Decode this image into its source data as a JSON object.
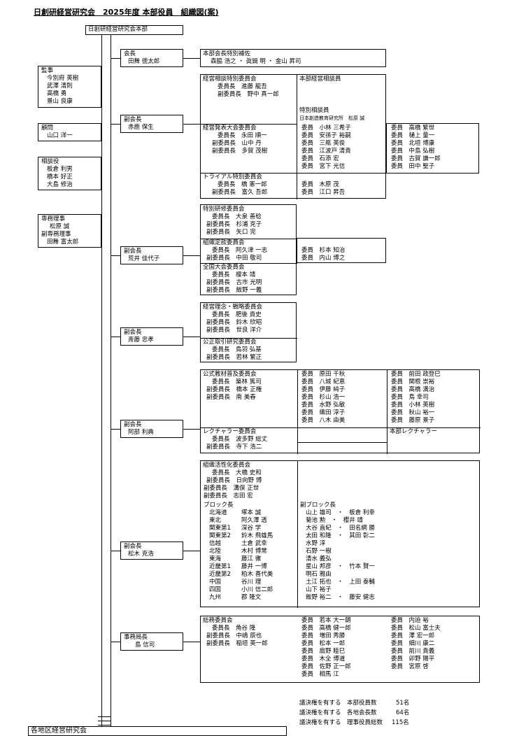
{
  "title": "日創研経営研究会　2025年度 本部役員　組織図(案)",
  "hq": "日創研経営研究会本部",
  "bottom_label": "各地区経営研究会",
  "left": {
    "kanji": {
      "title": "監事",
      "names": [
        "今別府 英樹",
        "武澤 清則",
        "高橋 勇",
        "景山 良康"
      ]
    },
    "komon": {
      "title": "顧問",
      "names": [
        "山口 洋一"
      ]
    },
    "sodan": {
      "title": "相談役",
      "names": [
        "板倉 利男",
        "橋本 好正",
        "大島 修治"
      ]
    },
    "senmu": {
      "title": "専務理事",
      "name1": "松原 誠",
      "title2": "副専務理事",
      "name2": "田舞 富太郎"
    }
  },
  "officers": [
    {
      "title": "会長",
      "name": "田舞 徳太郎"
    },
    {
      "title": "副会長",
      "name": "赤鹿 保生"
    },
    {
      "title": "副会長",
      "name": "荒井 佳代子"
    },
    {
      "title": "副会長",
      "name": "斎藤 忠孝"
    },
    {
      "title": "副会長",
      "name": "阿部 利典"
    },
    {
      "title": "副会長",
      "name": "松木 克浩"
    },
    {
      "title": "事務局長",
      "name": "島 信司"
    }
  ],
  "g1": {
    "title": "本部会長特別補佐",
    "names": "森脇 浩之 ・ 眞鍋 明 ・ 金山 昇司"
  },
  "g2": {
    "soudan": {
      "title": "経営相談特別委員会",
      "lines": [
        "委員長　進藤 龍吾",
        "副委員長　野中 真一郎"
      ]
    },
    "honbu_soudan": "本部経営相談員",
    "tokubetsu": "特別相談員",
    "tokubetsu_name": "日本創造教育研究所　松原 誠",
    "happyo": {
      "title": "経営発表大会委員会",
      "lines": [
        "委員長　永田 順一",
        "副委員長　山中 丹",
        "副委員長　多賀 茂樹"
      ]
    },
    "happyo_m1": [
      "委員　小林 三希子",
      "委員　安孫子 裕嗣",
      "委員　三瓶 英俊",
      "委員　江波戸 清貴",
      "委員　石添 宏",
      "委員　宮下 光信"
    ],
    "happyo_m2": [
      "委員　高橋 繁世",
      "委員　樋上 量一",
      "委員　北垣 博康",
      "委員　中島 弘樹",
      "委員　古賀 謙一郎",
      "委員　田中 聖子"
    ],
    "trial": {
      "title": "トライアル特別委員会",
      "lines": [
        "委員長　橋 憲一郎",
        "副委員長　富久 吾郎"
      ]
    },
    "trial_m": [
      "委員　木原 茂",
      "委員　江口 昇吾"
    ]
  },
  "g3": {
    "kenshu": {
      "title": "特別研修委員会",
      "lines": [
        "委員長　大泉 善稔",
        "副委員長　杉浦 克子",
        "副委員長　矢口 完"
      ]
    },
    "teikan": {
      "title": "組織定款委員会",
      "lines": [
        "委員長　阿久津 一志",
        "副委員長　中田 敬司"
      ]
    },
    "teikan_m": [
      "委員　杉本 知治",
      "委員　内山 博之"
    ],
    "zenkoku": {
      "title": "全国大会委員会",
      "lines": [
        "委員長　榎本 靖",
        "副委員長　古市 光明",
        "副委員長　飯野 一義"
      ]
    }
  },
  "g4": {
    "rinen": {
      "title": "経営理念・戦略委員会",
      "lines": [
        "委員長　肥後 貴史",
        "副委員長　鈴木 欣昭",
        "副委員長　世良 洋介"
      ]
    },
    "kosei": {
      "title": "公正取引研究委員会",
      "lines": [
        "委員長　鳥羽 弘基",
        "副委員長　若林 繁正"
      ]
    }
  },
  "g5": {
    "kyozai": {
      "title": "公式教材普及委員会",
      "lines": [
        "委員長　築林 篤司",
        "副委員長　橋本 正権",
        "副委員長　南 美春"
      ]
    },
    "kyozai_m1": [
      "委員　原田 千秋",
      "委員　八城 紀恵",
      "委員　伊藤 純子",
      "委員　杉山 浩一",
      "委員　水野 弘敏",
      "委員　織田 淳子",
      "委員　八木 由美"
    ],
    "kyozai_m2": [
      "委員　前田 政登巳",
      "委員　関根 崇裕",
      "委員　高橋 満治",
      "委員　鳥 幸司",
      "委員　小林 英樹",
      "委員　秋山 裕一",
      "委員　藤原 景子"
    ],
    "lecturer": {
      "title": "レクチャラー委員会",
      "lines": [
        "委員長　波多野 総丈",
        "副委員長　寺下 浩二"
      ]
    },
    "honbu_lecturer": "本部レクチャラー"
  },
  "g6": {
    "title": "組織活性化委員会",
    "leads": [
      "委員長　大橋 史和",
      "副委員長　日向野 博",
      "副委員長　溝俣 正世",
      "副委員長　志田 宏"
    ],
    "block_title": "ブロック長",
    "blocks": [
      [
        "北海道",
        "塚本 誠"
      ],
      [
        "東北",
        "阿久澤 透"
      ],
      [
        "関東第1",
        "深谷 学"
      ],
      [
        "関東第2",
        "鈴木 飛雄馬"
      ],
      [
        "信越",
        "土倉 武幸"
      ],
      [
        "北陸",
        "木村 博常"
      ],
      [
        "東海",
        "藤江 徹"
      ],
      [
        "近畿第1",
        "藤井 一博"
      ],
      [
        "近畿第2",
        "柏木 喜代美"
      ],
      [
        "中国",
        "谷川 理"
      ],
      [
        "四国",
        "小川 信二郎"
      ],
      [
        "九州",
        "郡 隆文"
      ]
    ],
    "vice_title": "副ブロック長",
    "vice": [
      "山上 雄司　・　板倉 利幸",
      "菊池 勲　・　櫻井 靖",
      "大谷 直紀　・　田名網 勝",
      "太田 和隆　・　其田 彰二",
      "水野 淳",
      "石野 一樹",
      "清水 義弘",
      "星山 邦彦　・　竹本 賢一",
      "明石 雅由",
      "土江 拓也　・　上田 泰輔",
      "山下 裕子",
      "飯野 裕二　・　藤安 健志"
    ]
  },
  "g7": {
    "somu": {
      "title": "総務委員会",
      "lines": [
        "委員長　角谷 隆",
        "副委員長　中嶋 辰也",
        "副委員長　稲垣 英一郎"
      ]
    },
    "somu_m1": [
      "委員　若本 大一朗",
      "委員　高橋 健一郎",
      "委員　増田 秀勝",
      "委員　松本 一郎",
      "委員　扇野 睦巳",
      "委員　木全 博道",
      "委員　佐野 正一郎",
      "委員　相馬 江"
    ],
    "somu_m2": [
      "委員　内迫 裕",
      "委員　松山 富士夫",
      "委員　澤 宏一郎",
      "委員　細川 康二",
      "委員　前川 貴義",
      "委員　卯野 陽平",
      "委員　宮原 啓"
    ]
  },
  "footer": [
    {
      "label": "議決権を有する　本部役員数",
      "value": "51名"
    },
    {
      "label": "議決権を有する　各地会長数",
      "value": "64名"
    },
    {
      "label": "議決権を有する　理事役員総数",
      "value": "115名"
    }
  ]
}
